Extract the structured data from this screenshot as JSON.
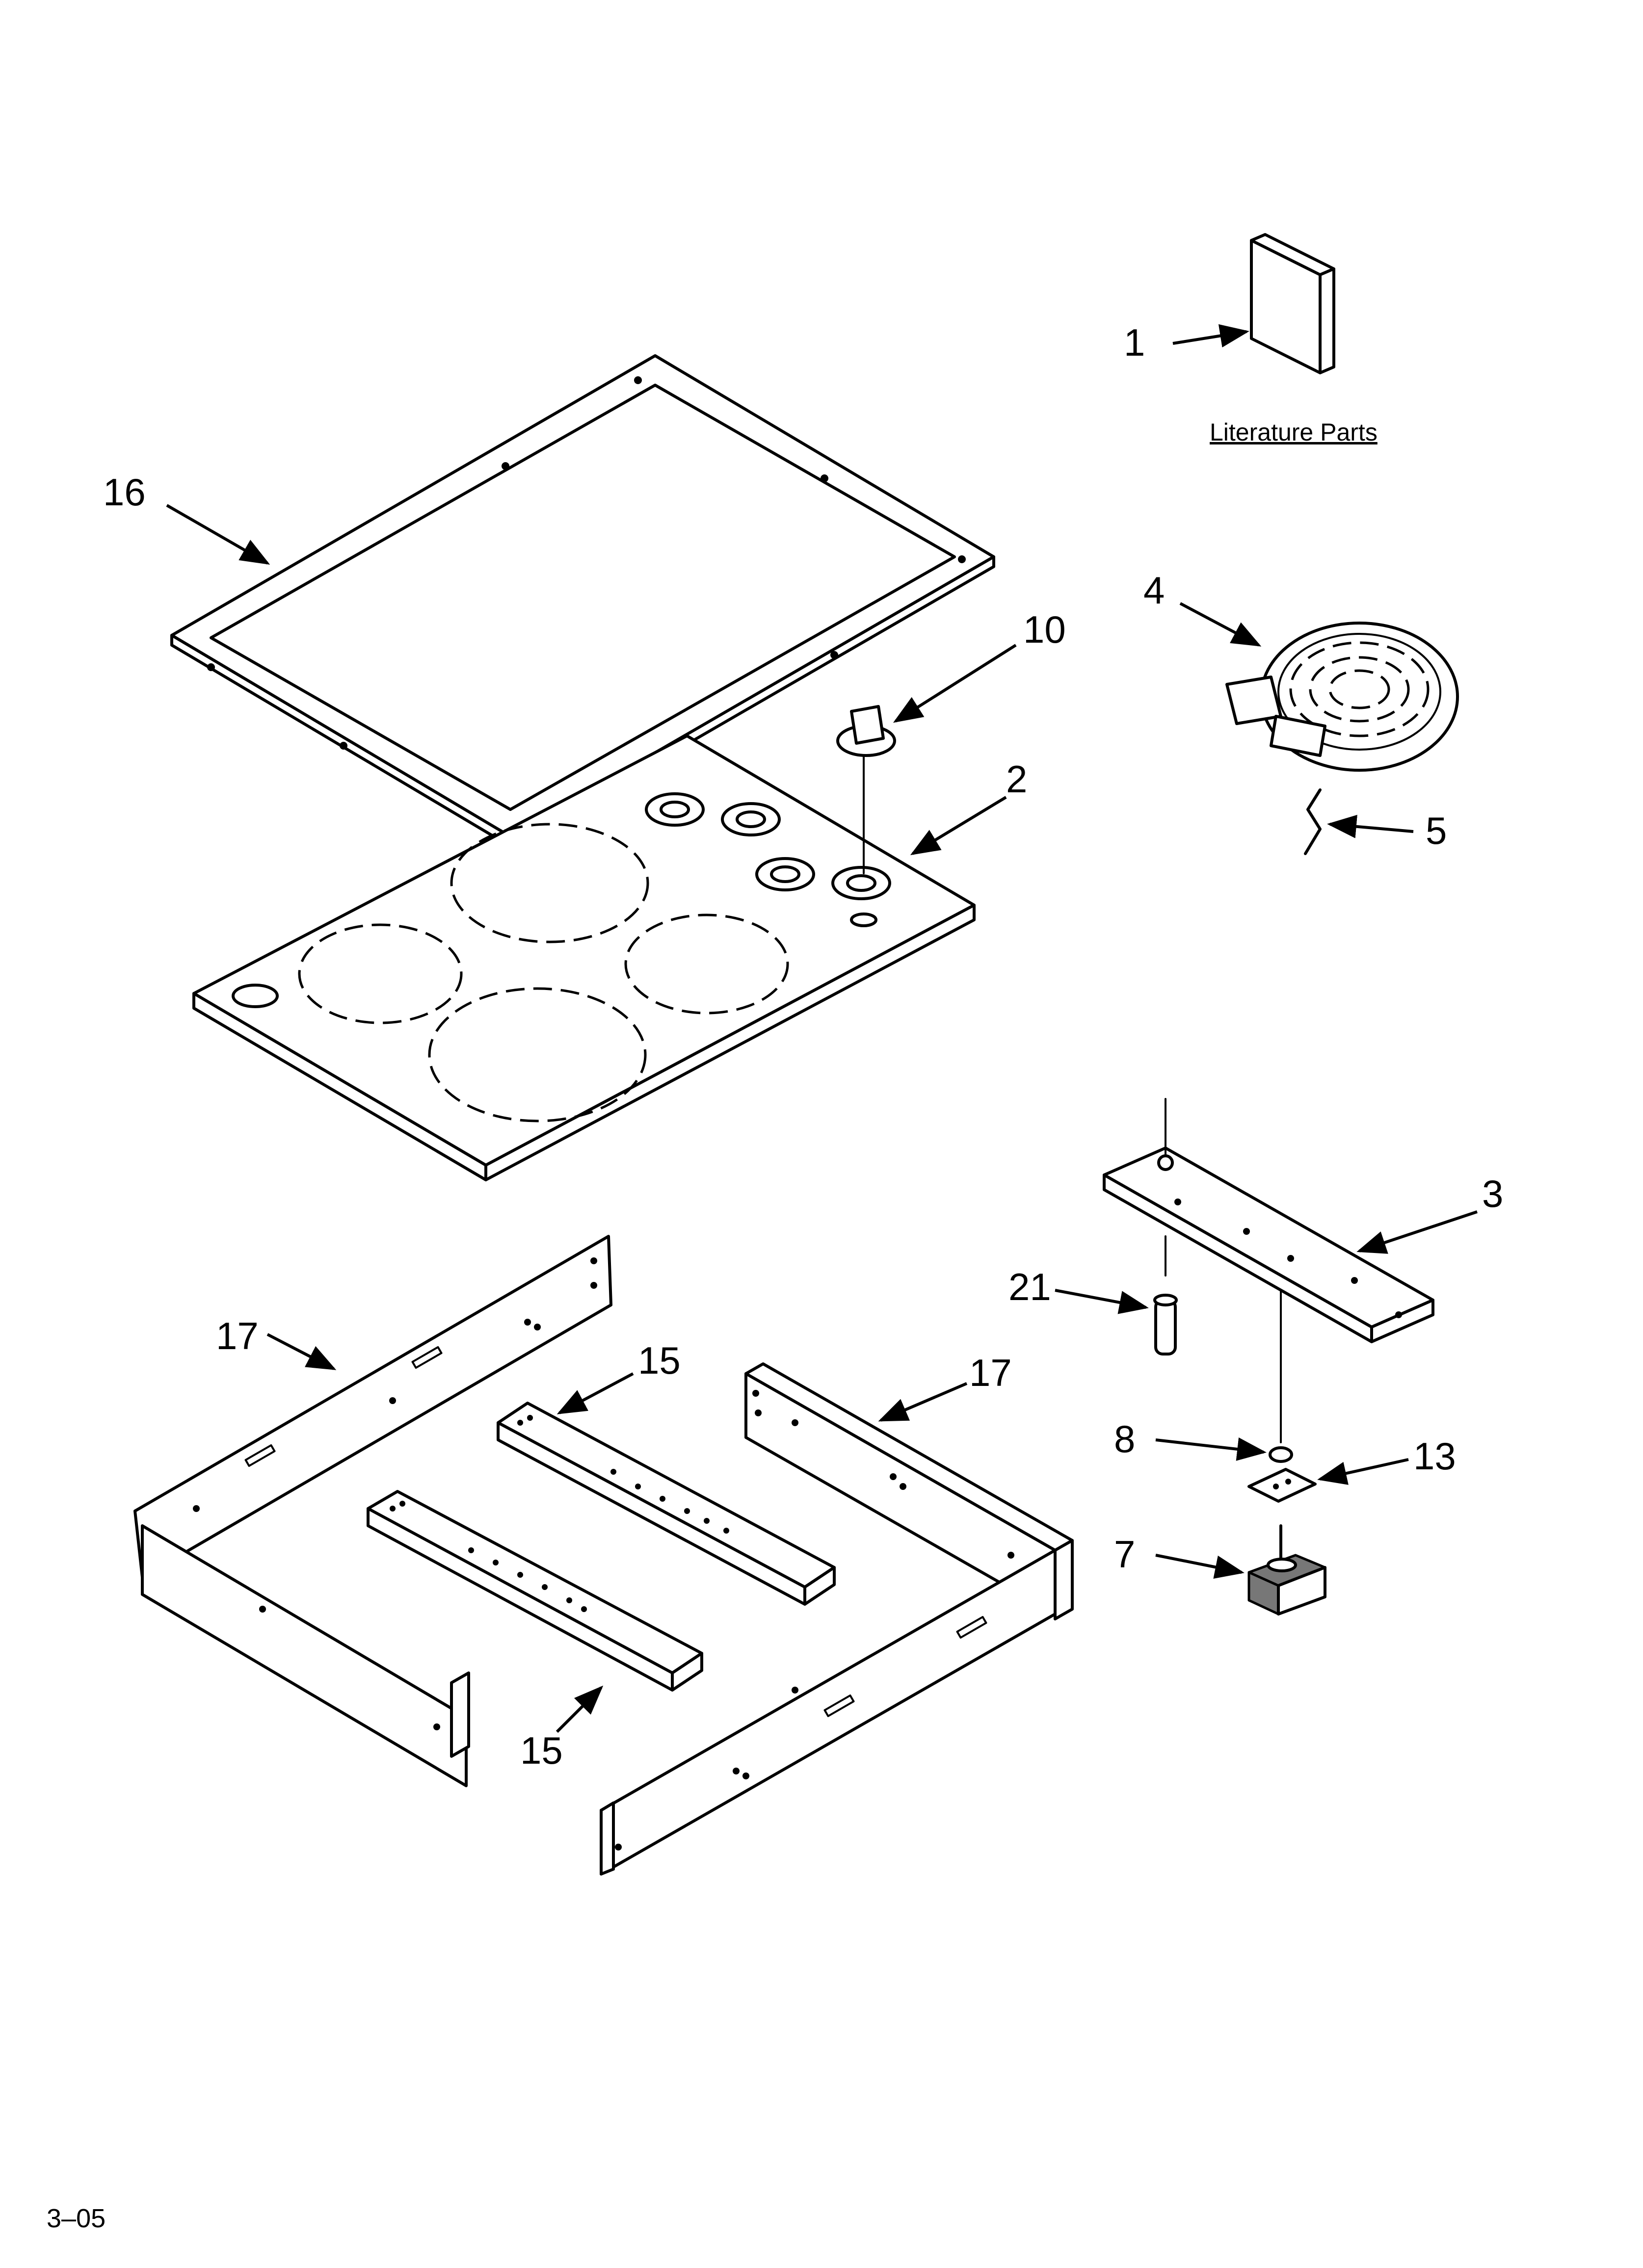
{
  "diagram": {
    "caption": "Literature Parts",
    "page_code": "3–05",
    "callouts": {
      "c1": "1",
      "c2": "2",
      "c3": "3",
      "c4": "4",
      "c5": "5",
      "c7": "7",
      "c8": "8",
      "c10": "10",
      "c13": "13",
      "c15a": "15",
      "c15b": "15",
      "c16": "16",
      "c17a": "17",
      "c17b": "17",
      "c21": "21"
    }
  }
}
